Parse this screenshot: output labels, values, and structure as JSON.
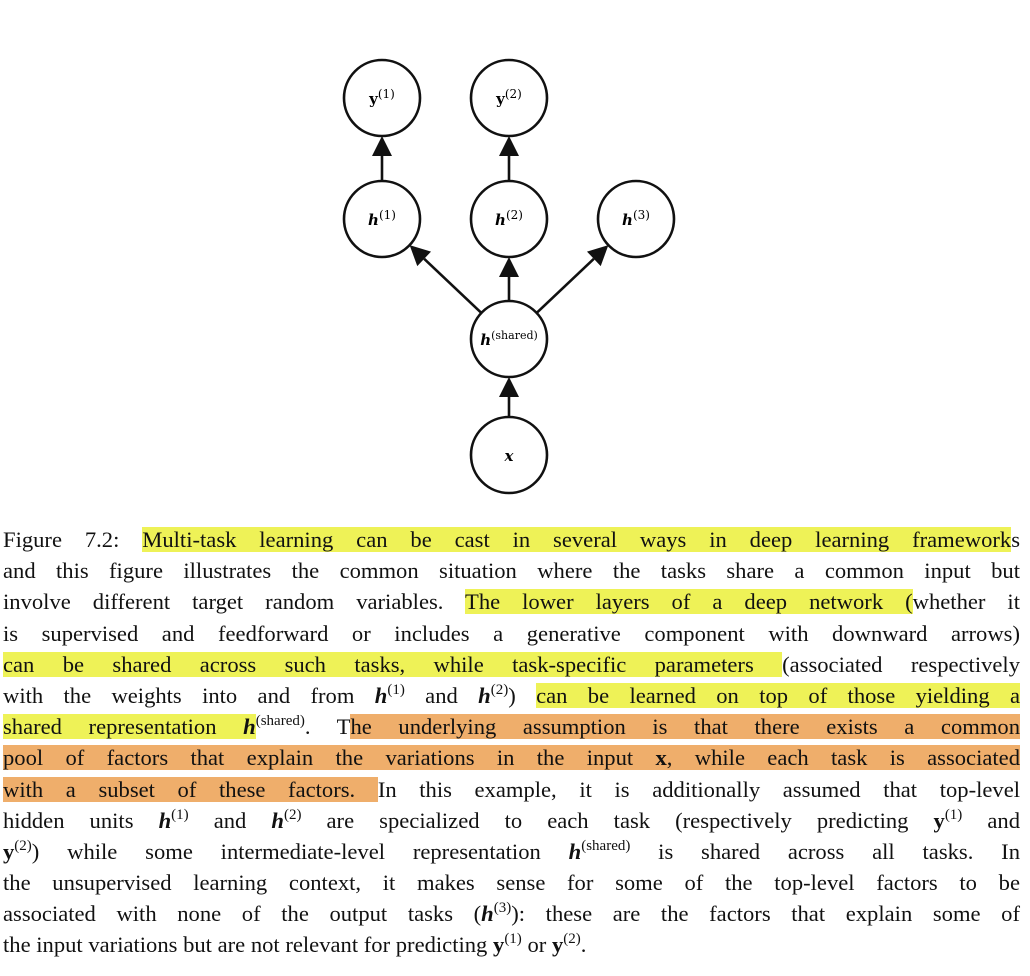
{
  "figure": {
    "nodes": {
      "y1": {
        "base": "y",
        "sup": "(1)"
      },
      "y2": {
        "base": "y",
        "sup": "(2)"
      },
      "h1": {
        "base": "h",
        "sup": "(1)"
      },
      "h2": {
        "base": "h",
        "sup": "(2)"
      },
      "h3": {
        "base": "h",
        "sup": "(3)"
      },
      "hshared": {
        "base": "h",
        "sup": "(shared)"
      },
      "x": {
        "base": "x"
      }
    },
    "edges": [
      {
        "from": "x",
        "to": "hshared"
      },
      {
        "from": "hshared",
        "to": "h1"
      },
      {
        "from": "hshared",
        "to": "h2"
      },
      {
        "from": "hshared",
        "to": "h3"
      },
      {
        "from": "h1",
        "to": "y1"
      },
      {
        "from": "h2",
        "to": "y2"
      }
    ]
  },
  "caption": {
    "label": "Figure 7.2:",
    "l1_hl": "Multi-task learning can be cast in several ways in deep learning framework",
    "l1_tail": "s",
    "l2": "and this figure illustrates the common situation where the tasks share a common input but",
    "l3_pre": "involve different target random variables. ",
    "l3_hl": "The lower layers of a deep network (",
    "l3_tail": "whether it",
    "l4": "is supervised and feedforward or includes a generative component with downward arrows)",
    "l5_hl": "can be shared across such tasks, while task-specific parameters ",
    "l5_tail": "(associated respectively",
    "l6_a": "with the weights into and from ",
    "sym_h": "h",
    "sup_1": "(1)",
    "sup_2": "(2)",
    "sup_3": "(3)",
    "sup_shared": "(shared)",
    "sym_y": "y",
    "sym_x": "x",
    "w_and": " and ",
    "w_close": ") ",
    "l6_hl": "can be learned on top of those yielding a",
    "l7_hl": "shared representation ",
    "l7_mid": ". T",
    "l7_hl2": "he underlying assumption is that there exists a common",
    "l8_hl_a": "pool of factors that explain the variations in the input ",
    "l8_hl_b": ", while each task is associated",
    "l9_hl": "with a subset of these factors. ",
    "l9_tail": "In this example, it is additionally assumed that top-level",
    "l10_a": "hidden units ",
    "l10_b": " are specialized to each task (respectively predicting ",
    "l10_c": " and",
    "l11_a": ") while some intermediate-level representation ",
    "l11_b": " is shared across all tasks. In",
    "l12": "the unsupervised learning context, it makes sense for some of the top-level factors to be",
    "l13_a": "associated with none of the output tasks (",
    "l13_b": "): these are the factors that explain some of",
    "l14_a": "the input variations but are not relevant for predicting ",
    "w_or": " or ",
    "w_period": "."
  }
}
